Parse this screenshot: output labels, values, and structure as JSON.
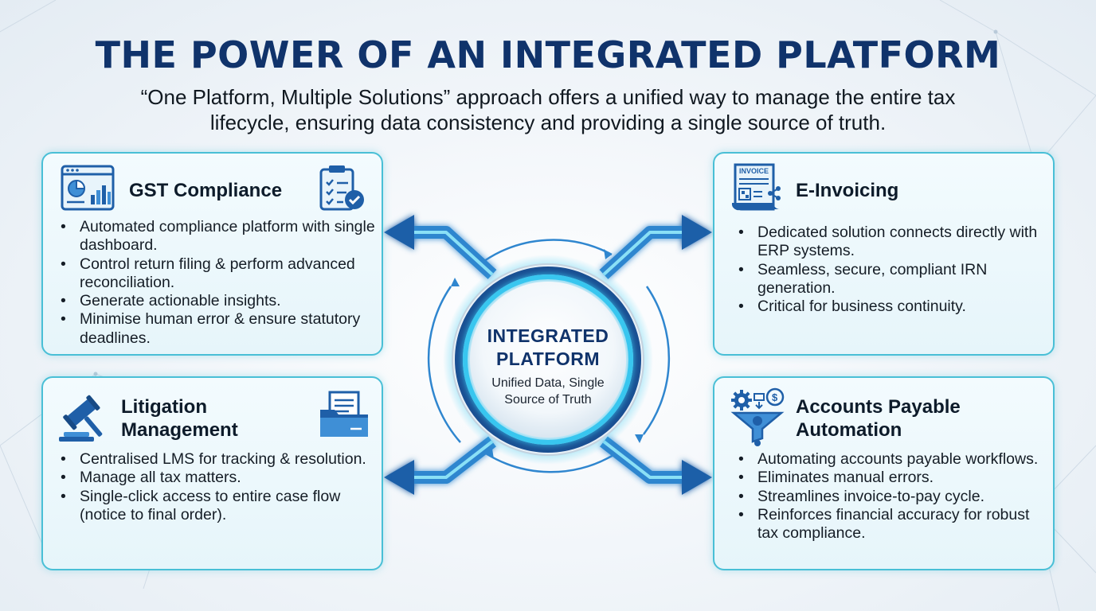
{
  "header": {
    "title": "THE POWER OF AN INTEGRATED PLATFORM",
    "subtitle_line1": "“One Platform, Multiple Solutions” approach offers a unified way to manage the entire tax",
    "subtitle_line2": "lifecycle, ensuring data consistency and providing a single source of truth."
  },
  "hub": {
    "title_line1": "INTEGRATED",
    "title_line2": "PLATFORM",
    "subtitle_line1": "Unified Data, Single",
    "subtitle_line2": "Source of Truth"
  },
  "cards": {
    "gst": {
      "title": "GST Compliance",
      "items": [
        "Automated compliance platform with single dashboard.",
        "Control return filing & perform advanced reconciliation.",
        "Generate actionable insights.",
        "Minimise human error & ensure statutory deadlines."
      ]
    },
    "einvoicing": {
      "title": "E-Invoicing",
      "icon_label": "INVOICE",
      "items": [
        "Dedicated solution connects directly with ERP systems.",
        "Seamless, secure, compliant IRN generation.",
        "Critical for business continuity."
      ]
    },
    "litigation": {
      "title_line1": "Litigation",
      "title_line2": "Management",
      "items": [
        "Centralised LMS for tracking & resolution.",
        "Manage all tax matters.",
        "Single-click access to entire case flow (notice to final order)."
      ]
    },
    "ap": {
      "title_line1": "Accounts Payable",
      "title_line2": "Automation",
      "items": [
        "Automating accounts payable workflows.",
        "Eliminates manual errors.",
        "Streamlines invoice-to-pay cycle.",
        "Reinforces financial accuracy for robust tax compliance."
      ]
    }
  },
  "icons": {
    "gst_left": "dashboard-chart-icon",
    "gst_right": "clipboard-check-icon",
    "einvoicing": "invoice-qr-icon",
    "litigation_left": "gavel-icon",
    "litigation_right": "folder-document-icon",
    "ap": "gear-funnel-dollar-icon"
  },
  "colors": {
    "title": "#10336b",
    "card_border": "#49bfd6",
    "icon_blue": "#1f5fa8",
    "hub_glow": "#33c8f0"
  }
}
